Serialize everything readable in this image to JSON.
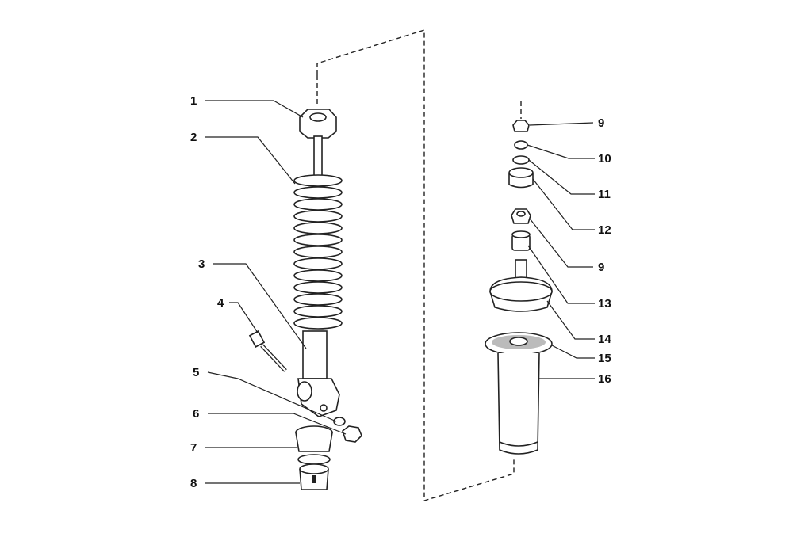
{
  "diagram": {
    "left_labels": [
      "1",
      "2",
      "3",
      "4",
      "5",
      "6",
      "7",
      "8"
    ],
    "right_labels": [
      "9",
      "10",
      "11",
      "12",
      "9",
      "13",
      "14",
      "15",
      "16"
    ]
  }
}
